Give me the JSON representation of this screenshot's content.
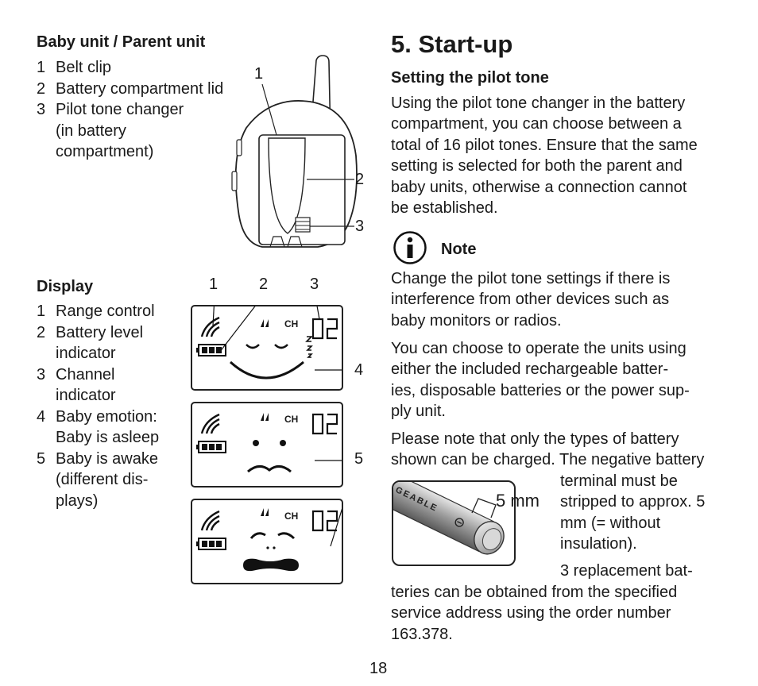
{
  "left": {
    "units": {
      "heading": "Baby unit / Parent unit",
      "items": [
        {
          "num": "1",
          "lines": [
            "Belt clip"
          ]
        },
        {
          "num": "2",
          "lines": [
            "Battery compartment lid"
          ]
        },
        {
          "num": "3",
          "lines": [
            "Pilot tone changer",
            "(in battery",
            "compartment)"
          ]
        }
      ],
      "callouts": [
        "1",
        "2",
        "3"
      ]
    },
    "display": {
      "heading": "Display",
      "items": [
        {
          "num": "1",
          "lines": [
            "Range control"
          ]
        },
        {
          "num": "2",
          "lines": [
            "Battery level",
            "indicator"
          ]
        },
        {
          "num": "3",
          "lines": [
            "Channel",
            "indicator"
          ]
        },
        {
          "num": "4",
          "lines": [
            "Baby emotion:",
            "Baby is asleep"
          ]
        },
        {
          "num": "5",
          "lines": [
            "Baby is awake",
            "(different dis-",
            "plays)"
          ]
        }
      ],
      "callouts": [
        "1",
        "2",
        "3",
        "4",
        "5"
      ],
      "lcd": {
        "ch_label": "CH",
        "channel": "02",
        "sleep_z": "z"
      }
    }
  },
  "right": {
    "title": "5. Start-up",
    "subheading": "Setting the pilot tone",
    "para1": [
      "Using the pilot tone changer in the battery",
      "compartment, you can choose between a",
      "total of 16 pilot tones. Ensure that the same",
      "setting is selected for both the parent and",
      "baby units, otherwise a connection cannot",
      "be established."
    ],
    "note_label": "Note",
    "para2": [
      "Change the pilot tone settings if there is",
      "interference from other devices such as",
      "baby monitors or radios."
    ],
    "para3": [
      "You can choose to operate the units using",
      "either the included rechargeable batter-",
      "ies, disposable batteries or the power sup-",
      "ply unit."
    ],
    "para4": [
      "Please note that only the types of battery",
      "shown can be charged. The negative battery"
    ],
    "para4_side": [
      "terminal must be",
      "stripped to approx. 5",
      "mm (= without",
      "insulation)."
    ],
    "para5_side": [
      "3 replacement bat-"
    ],
    "para5": [
      "teries can be obtained from the specified",
      "service address using the order number",
      "163.378."
    ],
    "battery_label": "5 mm",
    "battery_print": "GEABLE"
  },
  "footer": {
    "page_number": "18"
  }
}
